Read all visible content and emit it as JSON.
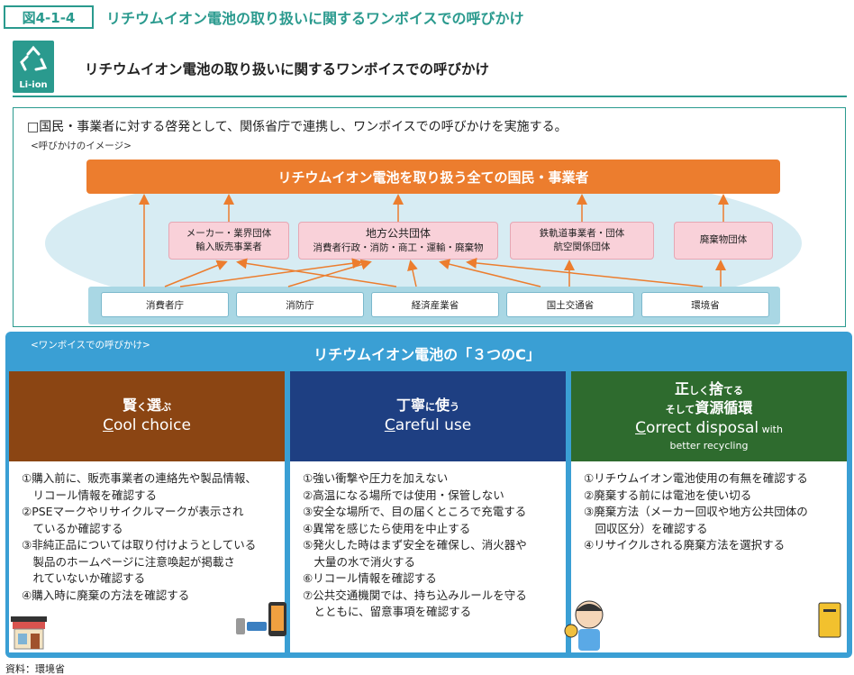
{
  "header": {
    "figure_label": "図4-1-4",
    "title": "リチウムイオン電池の取り扱いに関するワンボイスでの呼びかけ",
    "logo_label": "Li-ion",
    "subtitle": "リチウムイオン電池の取り扱いに関するワンボイスでの呼びかけ"
  },
  "top": {
    "intro": "□国民・事業者に対する啓発として、関係省庁で連携し、ワンボイスでの呼びかけを実施する。",
    "image_note": "<呼びかけのイメージ>",
    "all_bar": "リチウムイオン電池を取り扱う全ての国民・事業者",
    "groups": [
      {
        "line1": "メーカー・業界団体",
        "line2": "輸入販売事業者"
      },
      {
        "line1": "地方公共団体",
        "line2": "消費者行政・消防・商工・運輸・廃棄物"
      },
      {
        "line1": "鉄軌道事業者・団体",
        "line2": "航空関係団体"
      },
      {
        "line1": "廃棄物団体",
        "line2": ""
      }
    ],
    "ministries": [
      "消費者庁",
      "消防庁",
      "経済産業省",
      "国土交通省",
      "環境省"
    ]
  },
  "bottom": {
    "campaign_note": "<ワンボイスでの呼びかけ>",
    "title": "リチウムイオン電池の「３つのC」",
    "columns": [
      {
        "color": "#8b4513",
        "jp_a": "賢",
        "jp_b": "く",
        "jp_c": "選",
        "jp_d": "ぶ",
        "en_initial": "C",
        "en_rest": "ool choice",
        "en_small": "",
        "en_line2": "",
        "items": [
          "①購入前に、販売事業者の連絡先や製品情報、",
          "　リコール情報を確認する",
          "②PSEマークやリサイクルマークが表示され",
          "　ているか確認する",
          "③非純正品については取り付けようとしている",
          "　製品のホームページに注意喚起が掲載さ",
          "　れていないか確認する",
          "④購入時に廃棄の方法を確認する"
        ]
      },
      {
        "color": "#1e3f82",
        "jp_a": "丁寧",
        "jp_b": "に",
        "jp_c": "使",
        "jp_d": "う",
        "en_initial": "C",
        "en_rest": "areful use",
        "en_small": "",
        "en_line2": "",
        "items": [
          "①強い衝撃や圧力を加えない",
          "②高温になる場所では使用・保管しない",
          "③安全な場所で、目の届くところで充電する",
          "④異常を感じたら使用を中止する",
          "⑤発火した時はまず安全を確保し、消火器や",
          "　大量の水で消火する",
          "⑥リコール情報を確認する",
          "⑦公共交通機関では、持ち込みルールを守る",
          "　とともに、留意事項を確認する"
        ]
      },
      {
        "color": "#2e6b2e",
        "jp_a": "正",
        "jp_b": "しく",
        "jp_c": "捨",
        "jp_d": "てる",
        "jp_line2a": "そして",
        "jp_line2b": "資源循環",
        "en_initial": "C",
        "en_rest": "orrect disposal",
        "en_small": " with",
        "en_line2": "better recycling",
        "items": [
          "①リチウムイオン電池使用の有無を確認する",
          "②廃棄する前には電池を使い切る",
          "③廃棄方法（メーカー回収や地方公共団体の",
          "　回収区分）を確認する",
          "④リサイクルされる廃棄方法を選択する"
        ]
      }
    ]
  },
  "source": "資料：環境省",
  "colors": {
    "teal": "#2a9a8e",
    "orange": "#ec7d2e",
    "blue": "#3a9fd4",
    "pink": "#f9d1d9"
  }
}
